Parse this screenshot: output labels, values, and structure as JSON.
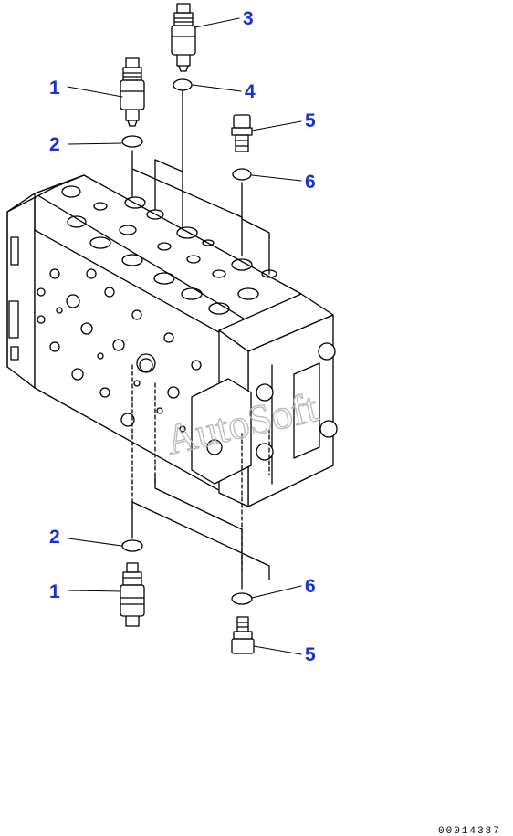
{
  "callouts": [
    {
      "id": "1",
      "label": "1"
    },
    {
      "id": "2",
      "label": "2"
    },
    {
      "id": "3",
      "label": "3"
    },
    {
      "id": "4",
      "label": "4"
    },
    {
      "id": "5",
      "label": "5"
    },
    {
      "id": "6",
      "label": "6"
    }
  ],
  "watermark": "AutoSoft",
  "drawing_number": "00014387",
  "colors": {
    "callout": "#1a2fd6",
    "linework": "#000000",
    "watermark": "#b9b9b9"
  }
}
